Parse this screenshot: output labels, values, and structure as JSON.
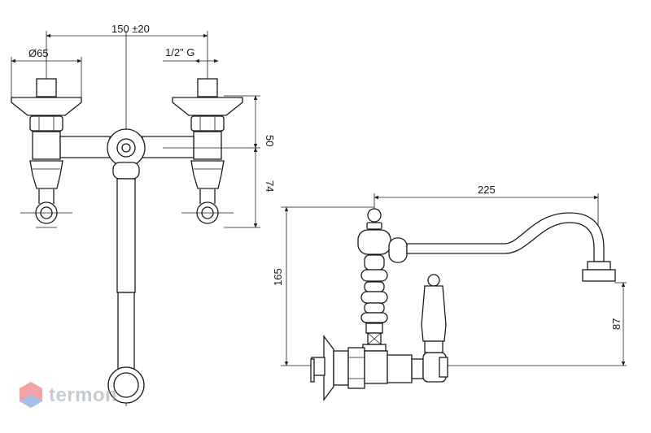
{
  "dimensions": {
    "width_total": "150 ±20",
    "diameter": "Ø65",
    "thread": "1/2\" G",
    "height_top": "50",
    "height_lower": "74",
    "spout_reach": "225",
    "height_total": "165",
    "spout_height": "87"
  },
  "watermark": {
    "text": "termoп"
  },
  "colors": {
    "line": "#1a1a1a",
    "watermark_red": "#e8585c",
    "watermark_blue": "#5b8fd6"
  }
}
